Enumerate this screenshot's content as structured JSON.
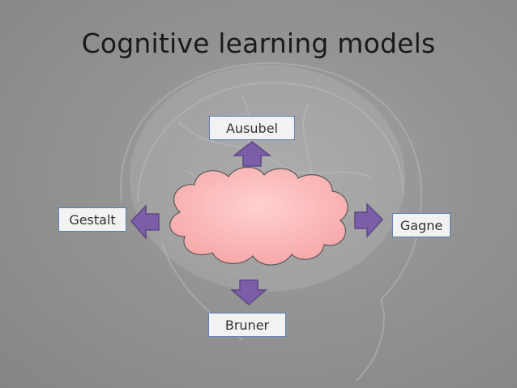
{
  "title": "Cognitive learning models",
  "labels": {
    "top": "Ausubel",
    "left": "Gestalt",
    "right": "Gagne",
    "bottom": "Bruner"
  },
  "colors": {
    "arrow": "#7b5ea7",
    "cloud": "#f9b8b8",
    "label_border": "#5b7fb8"
  }
}
